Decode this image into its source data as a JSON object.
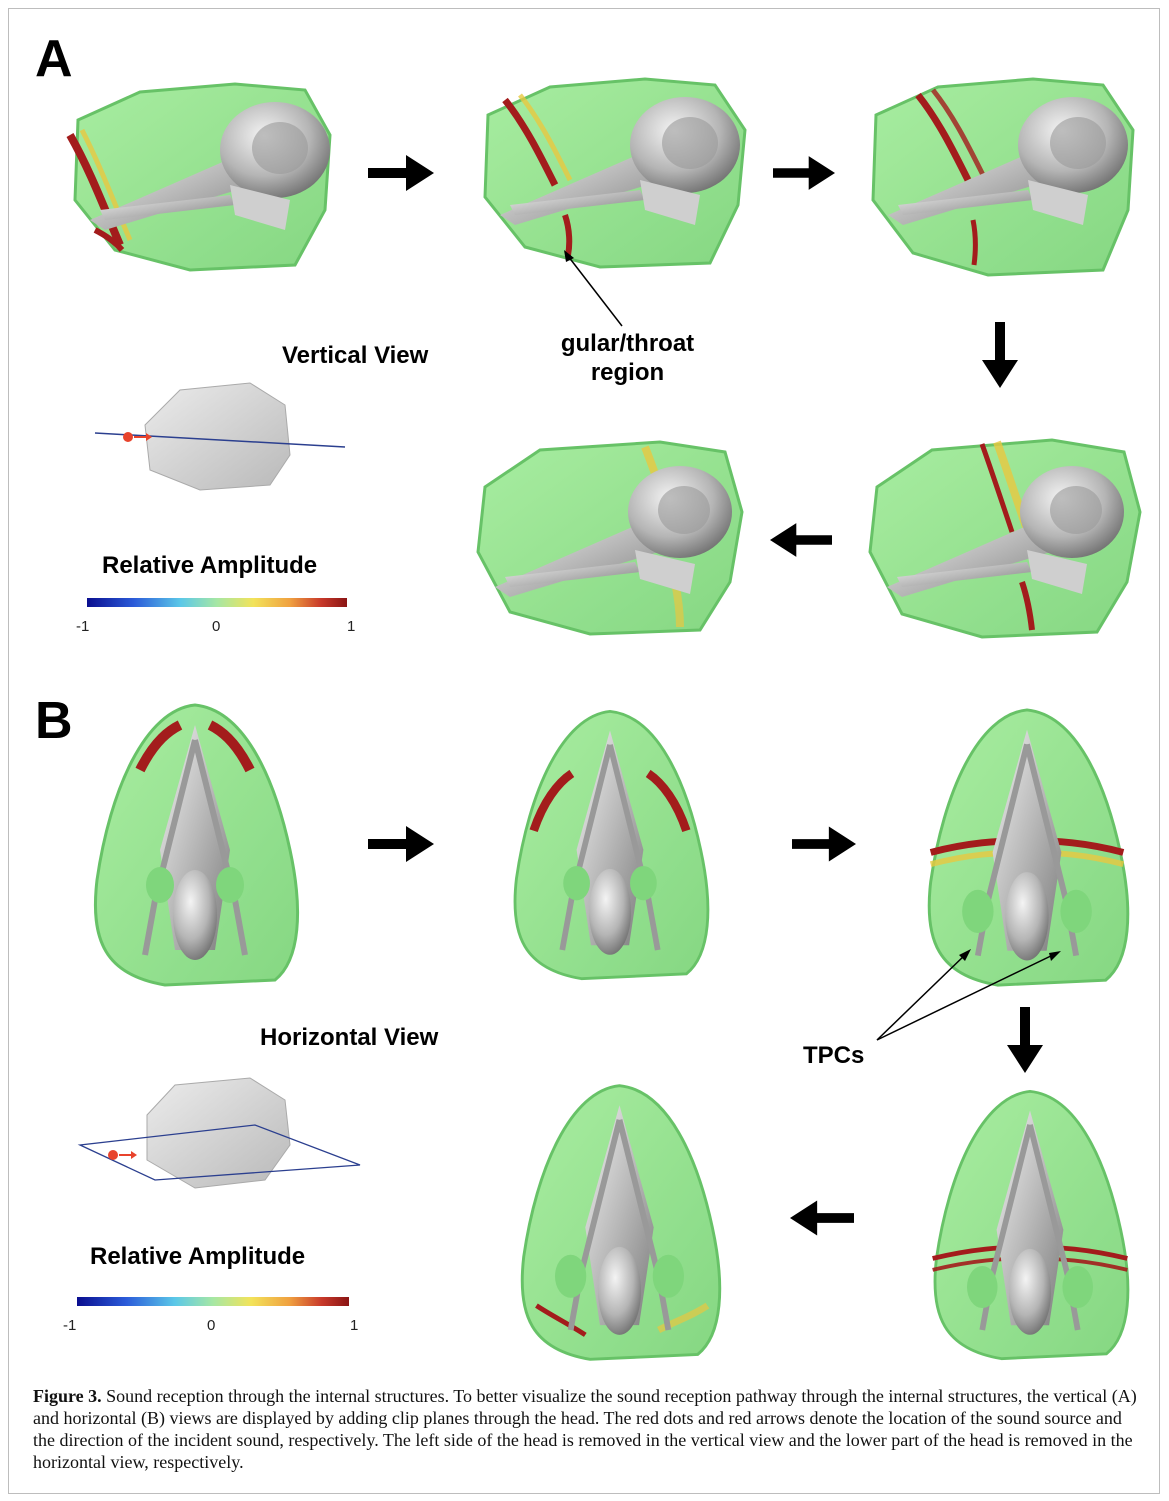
{
  "panels": {
    "a": {
      "letter": "A",
      "view_label": "Vertical View",
      "annotation": "gular/throat\nregion",
      "colorbar": {
        "title": "Relative Amplitude",
        "min": "-1",
        "mid": "0",
        "max": "1"
      }
    },
    "b": {
      "letter": "B",
      "view_label": "Horizontal View",
      "annotation": "TPCs",
      "colorbar": {
        "title": "Relative Amplitude",
        "min": "-1",
        "mid": "0",
        "max": "1"
      }
    }
  },
  "caption": {
    "label": "Figure 3.",
    "text": " Sound reception through the internal structures. To better visualize the sound reception pathway through the internal structures, the vertical (A) and horizontal (B) views are displayed by adding clip planes through the head. The red dots and red arrows denote the location of the sound source and the direction of the incident sound, respectively. The left side of the head is removed in the vertical view and the lower part of the head is removed in the horizontal view, respectively."
  },
  "colors": {
    "tissue_green": "#8fe08f",
    "tissue_edge": "#5fbf5f",
    "skull_gray": "#bdbdbd",
    "wave_red": "#a31c1c",
    "wave_yellow": "#e8c840",
    "source_dot": "#e8432c",
    "plane_blue": "#2b3f8f"
  }
}
